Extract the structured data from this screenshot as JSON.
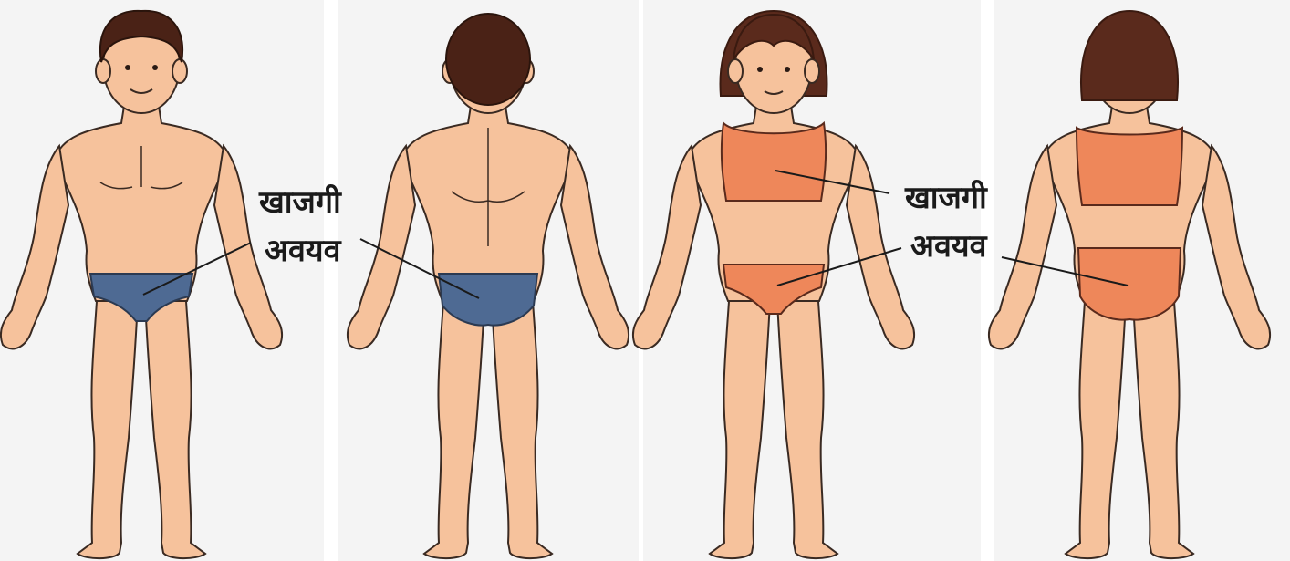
{
  "labels": {
    "left_line1": "खाजगी",
    "left_line2": "अवयव",
    "right_line1": "खाजगी",
    "right_line2": "अवयव"
  },
  "figures": [
    {
      "view": "front",
      "clothing": "briefs"
    },
    {
      "view": "back",
      "clothing": "briefs"
    },
    {
      "view": "front",
      "clothing": "bra-and-panties"
    },
    {
      "view": "back",
      "clothing": "bra-and-panties"
    }
  ],
  "colors": {
    "skin": "#f6c29c",
    "outline": "#3a2a22",
    "boy_hair": "#4a2216",
    "girl_hair": "#5a2a1c",
    "boy_briefs": "#4e6a93",
    "girl_underwear": "#ee875a",
    "background": "#f4f4f4",
    "text": "#1a1a1a"
  }
}
